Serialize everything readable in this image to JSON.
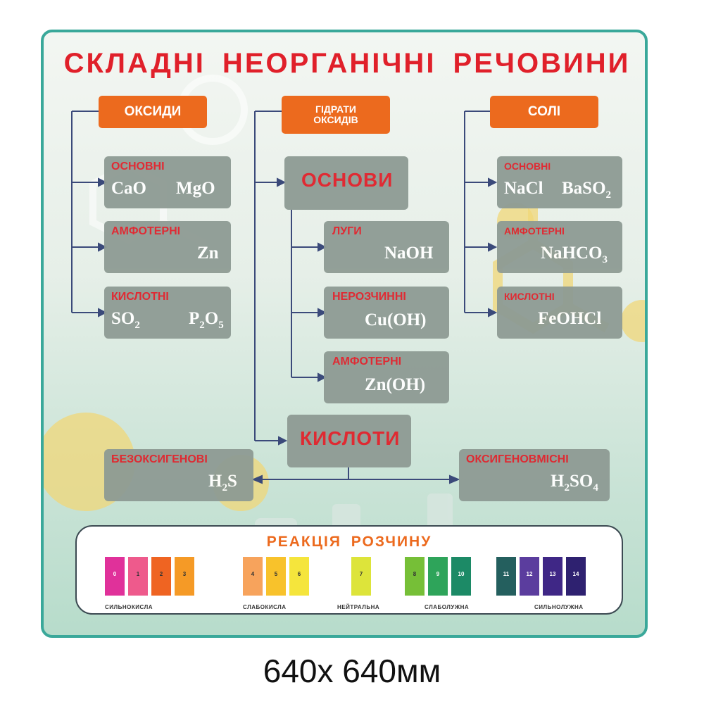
{
  "title": "СКЛАДНІ НЕОРГАНІЧНІ РЕЧОВИНИ",
  "oxides": {
    "header": "ОКСИДИ",
    "basic": {
      "label": "ОСНОВНІ",
      "f1": "CaO",
      "f2": "MgO"
    },
    "amphoteric": {
      "label": "АМФОТЕРНІ",
      "f1": "Zn"
    },
    "acidic": {
      "label": "КИСЛОТНІ",
      "f1": "SO",
      "f1_sub": "2",
      "f2a": "P",
      "f2_sub1": "2",
      "f2b": "O",
      "f2_sub2": "5"
    }
  },
  "hydrates": {
    "header_line1": "ГІДРАТИ",
    "header_line2": "ОКСИДІВ",
    "bases": {
      "title": "ОСНОВИ",
      "alkalis": {
        "label": "ЛУГИ",
        "f1": "NaOH"
      },
      "insoluble": {
        "label": "НЕРОЗЧИННІ",
        "f1": "Cu(OH)"
      },
      "amphoteric": {
        "label": "АМФОТЕРНІ",
        "f1": "Zn(OH)"
      }
    },
    "acids": {
      "title": "КИСЛОТИ",
      "oxygen_free": {
        "label": "БЕЗОКСИГЕНОВІ",
        "f1a": "H",
        "f1_sub": "2",
        "f1b": "S"
      },
      "oxygen_containing": {
        "label": "ОКСИГЕНОВМІСНІ",
        "f1a": "H",
        "f1_sub1": "2",
        "f1b": "SO",
        "f1_sub2": "4"
      }
    }
  },
  "salts": {
    "header": "СОЛІ",
    "basic": {
      "label": "ОСНОВНІ",
      "f1": "NaCl",
      "f2": "BaSO",
      "f2_sub": "2"
    },
    "amphoteric": {
      "label": "АМФОТЕРНІ",
      "f1": "NaHCO",
      "f1_sub": "3"
    },
    "acidic": {
      "label": "КИСЛОТНІ",
      "f1": "FeOHCl"
    }
  },
  "ph_scale": {
    "title": "РЕАКЦІЯ РОЗЧИНУ",
    "swatches": [
      {
        "n": "0",
        "color": "#e0319a"
      },
      {
        "n": "1",
        "color": "#ee5a8c"
      },
      {
        "n": "2",
        "color": "#ef6422"
      },
      {
        "n": "3",
        "color": "#f59a26"
      },
      {
        "n": "4",
        "color": "#f7a35c"
      },
      {
        "n": "5",
        "color": "#f8c22b"
      },
      {
        "n": "6",
        "color": "#f5e53c"
      },
      {
        "n": "7",
        "color": "#dde43a"
      },
      {
        "n": "8",
        "color": "#76bf37"
      },
      {
        "n": "9",
        "color": "#2ea45a"
      },
      {
        "n": "10",
        "color": "#1c8a66"
      },
      {
        "n": "11",
        "color": "#245f5e"
      },
      {
        "n": "12",
        "color": "#5b3d9e"
      },
      {
        "n": "13",
        "color": "#3f2786"
      },
      {
        "n": "14",
        "color": "#2e2170"
      }
    ],
    "labels": [
      "СИЛЬНОКИСЛА",
      "СЛАБОКИСЛА",
      "НЕЙТРАЛЬНА",
      "СЛАБОЛУЖНА",
      "СИЛЬНОЛУЖНА"
    ]
  },
  "size_caption": "640x 640мм"
}
